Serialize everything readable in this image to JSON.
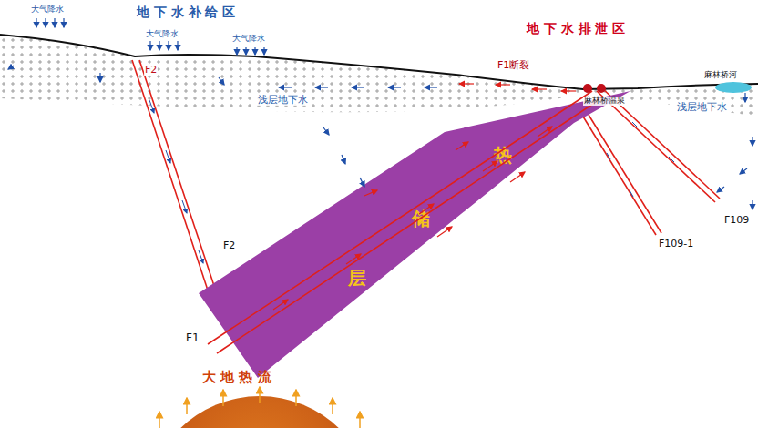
{
  "diagram": {
    "nodes": [
      {
        "text": [
          "热",
          "储",
          "层"
        ]
      }
    ],
    "labels": [
      "地 下 水 补 给 区",
      "大气降水",
      "大气降水",
      "大气降水",
      "F2",
      "地 下 水 排 泄 区",
      "F1断裂",
      "浅层地下水",
      "麻林桥温泉",
      "麻林桥河",
      "浅层地下水",
      "F2",
      "F109",
      "F109-1",
      "F1",
      "大 地 热 流"
    ]
  }
}
